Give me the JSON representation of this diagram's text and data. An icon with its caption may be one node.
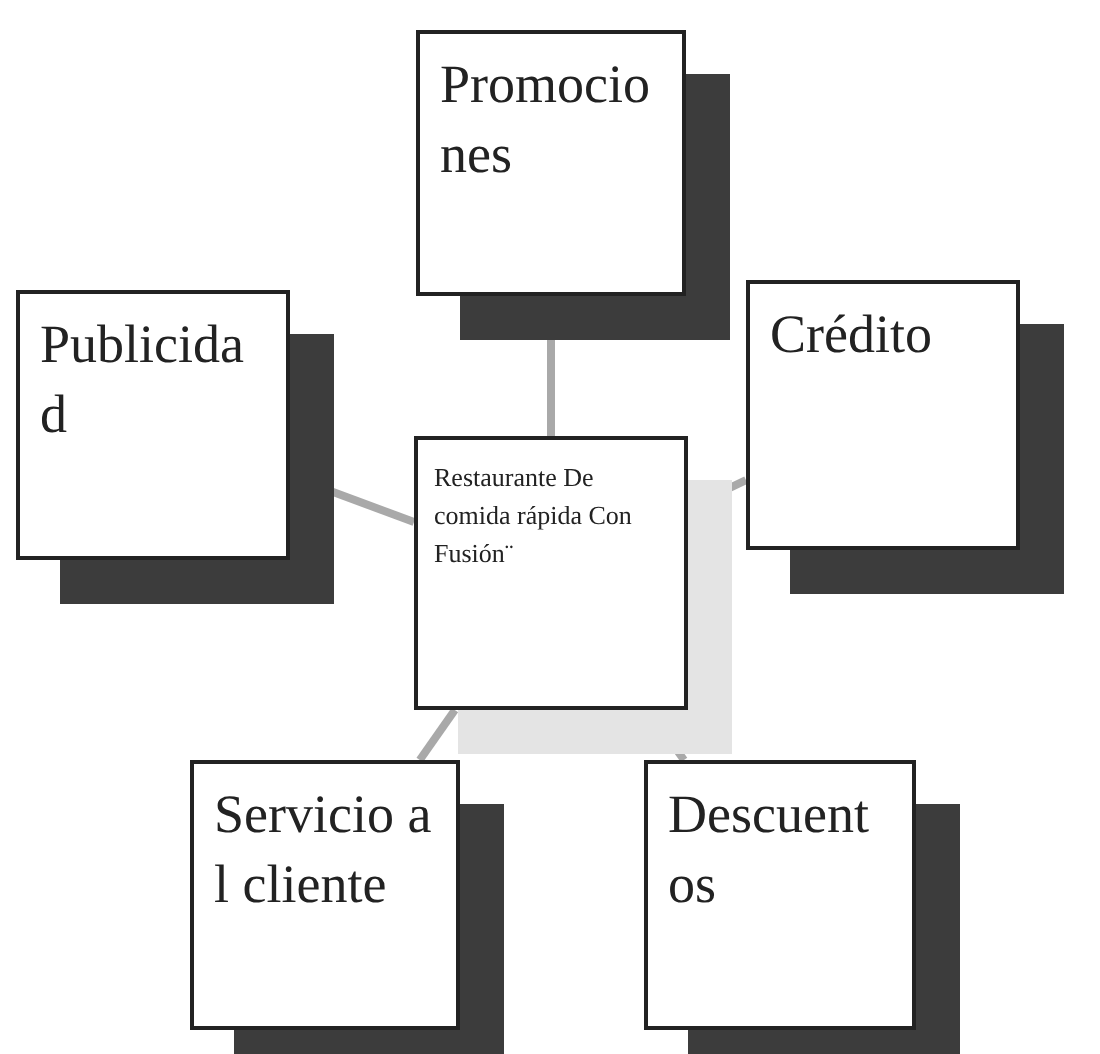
{
  "diagram": {
    "nodes": [
      {
        "text": [
          "Promociones"
        ]
      },
      {
        "text": [
          "Publicidad"
        ]
      },
      {
        "text": [
          "Crédito"
        ]
      },
      {
        "text": [
          "Restaurante De comida rápida Con Fusión¨"
        ]
      },
      {
        "text": [
          "Servicio al cliente"
        ]
      },
      {
        "text": [
          "Descuentos"
        ]
      }
    ],
    "edges": [
      {
        "from": 3,
        "to": 0,
        "arrow": "none"
      },
      {
        "from": 3,
        "to": 1,
        "arrow": "none"
      },
      {
        "from": 3,
        "to": 2,
        "arrow": "none"
      },
      {
        "from": 3,
        "to": 4,
        "arrow": "none"
      },
      {
        "from": 3,
        "to": 5,
        "arrow": "none"
      }
    ]
  }
}
